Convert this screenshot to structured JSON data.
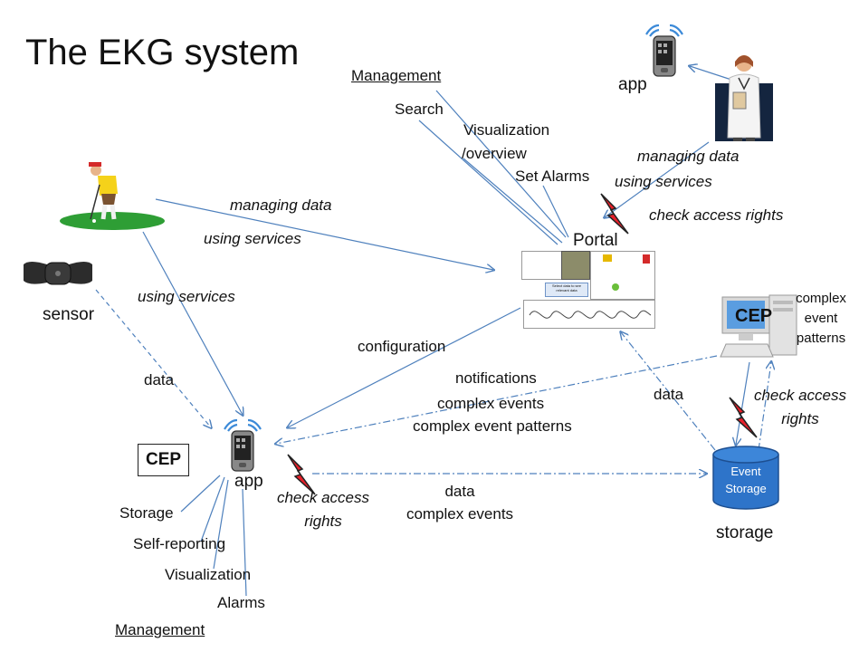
{
  "title": "The EKG system",
  "labels": {
    "management_top": "Management",
    "search": "Search",
    "visualization_overview_1": "Visualization",
    "visualization_overview_2": "/overview",
    "set_alarms": "Set Alarms",
    "app_top": "app",
    "managing_data_doctor": "managing data",
    "using_services_doctor": "using services",
    "check_access_top": "check access rights",
    "portal": "Portal",
    "managing_data_patient": "managing data",
    "using_services_patient": "using services",
    "using_services_left": "using services",
    "sensor": "sensor",
    "data_sensor": "data",
    "configuration": "configuration",
    "notifications": "notifications",
    "complex_events_mid": "complex events",
    "complex_event_patterns_mid": "complex event  patterns",
    "data_storage_portal": "data",
    "cep_right": "CEP",
    "complex_event_patterns_right_1": "complex",
    "complex_event_patterns_right_2": "event",
    "complex_event_patterns_right_3": "patterns",
    "check_access_right_1": "check access",
    "check_access_right_2": "rights",
    "cep_left": "CEP",
    "app_bottom": "app",
    "check_access_bottom_1": "check access",
    "check_access_bottom_2": "rights",
    "data_bottom": "data",
    "complex_events_bottom": "complex events",
    "event_storage_1": "Event",
    "event_storage_2": "Storage",
    "storage": "storage",
    "storage_menu": "Storage",
    "self_reporting": "Self-reporting",
    "visualization_menu": "Visualization",
    "alarms_menu": "Alarms",
    "management_bottom": "Management"
  },
  "portal_screen": {
    "select_hint": "Select data to see relevant data"
  },
  "colors": {
    "line": "#4f81bd",
    "bolt_red": "#e8202a",
    "bolt_dark": "#222222",
    "storage_fill": "#2e74c9",
    "grass": "#2e9e35",
    "doctor_bg": "#14253f"
  }
}
